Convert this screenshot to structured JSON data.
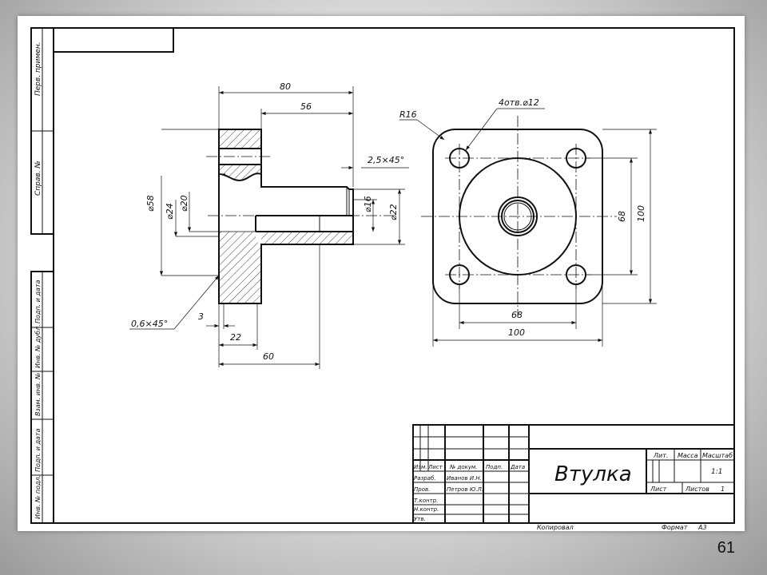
{
  "drawing": {
    "dimensions": {
      "d80": "80",
      "d56": "56",
      "chamfer_top": "2,5×45°",
      "dia58": "⌀58",
      "dia24": "⌀24",
      "dia20": "⌀20",
      "dia16": "⌀16",
      "dia22": "⌀22",
      "chamfer_left": "0,6×45°",
      "d3": "3",
      "d22": "22",
      "d60": "60",
      "radius": "R16",
      "holes": "4отв.⌀12",
      "d68_v": "68",
      "d100_v": "100",
      "d68_h": "68",
      "d100_h": "100"
    },
    "margin_labels": [
      "Перв. примен.",
      "Справ. №",
      "Подп. и дата",
      "Инв. № дубл.",
      "Взам. инв. №",
      "Подп. и дата",
      "Инв. № подл."
    ]
  },
  "title_block": {
    "header": [
      "Изм.",
      "Лист",
      "№ докум.",
      "Подп.",
      "Дата"
    ],
    "rows": [
      {
        "role": "Разраб.",
        "name": "Иванов И.Н."
      },
      {
        "role": "Пров.",
        "name": "Петров Ю.Л."
      },
      {
        "role": "Т.контр.",
        "name": ""
      },
      {
        "role": "",
        "name": ""
      },
      {
        "role": "Н.контр.",
        "name": ""
      },
      {
        "role": "Утв.",
        "name": ""
      }
    ],
    "part_name": "Втулка",
    "lit_label": "Лит.",
    "mass_label": "Масса",
    "scale_label": "Масштаб",
    "scale_value": "1:1",
    "sheet_label": "Лист",
    "sheets_label": "Листов",
    "sheets_value": "1",
    "copied_label": "Копировал",
    "format_label": "Формат",
    "format_value": "А3"
  },
  "slide_number": "61"
}
